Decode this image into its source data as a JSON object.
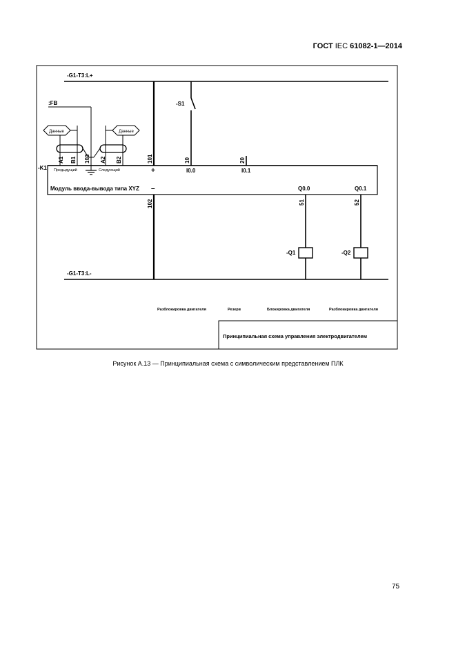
{
  "header": {
    "standard_prefix": "ГОСТ",
    "standard_mid": "IEC",
    "standard_number": "61082-1—2014"
  },
  "diagram": {
    "bus_top_label": "-G1-T3:L+",
    "bus_bottom_label": "-G1-T3:L-",
    "fb_label": ":FB",
    "switch_label": "-S1",
    "module_id": "-K1",
    "module_title": "Модуль ввода-вывода типа XYZ",
    "data_left": "Данные",
    "data_right": "Данные",
    "prev_label": "Предыдущий",
    "next_label": "Следующий",
    "pins": {
      "a1": "A1",
      "b1": "B1",
      "p103": "103",
      "a2": "A2",
      "b2": "B2",
      "p101": "101",
      "p10": "10",
      "p20": "20",
      "p102": "102",
      "p51": "51",
      "p52": "52"
    },
    "plus_sign": "+",
    "minus_sign": "–",
    "input_10_0": "I0.0",
    "input_10_1": "I0.1",
    "output_q0_0": "Q0.0",
    "output_q0_1": "Q0.1",
    "relay_q1": "-Q1",
    "relay_q2": "-Q2",
    "func_unlock_1": "Разблокировка двигателя",
    "func_reserve": "Резерв",
    "func_lock": "Блокировка двигателя",
    "func_unlock_2": "Разблокировка двигателя",
    "title_block": "Принципиальная схема управления электродвигателем"
  },
  "caption": "Рисунок А.13 — Принципиальная схема с символическим представлением ПЛК",
  "page_number": "75"
}
